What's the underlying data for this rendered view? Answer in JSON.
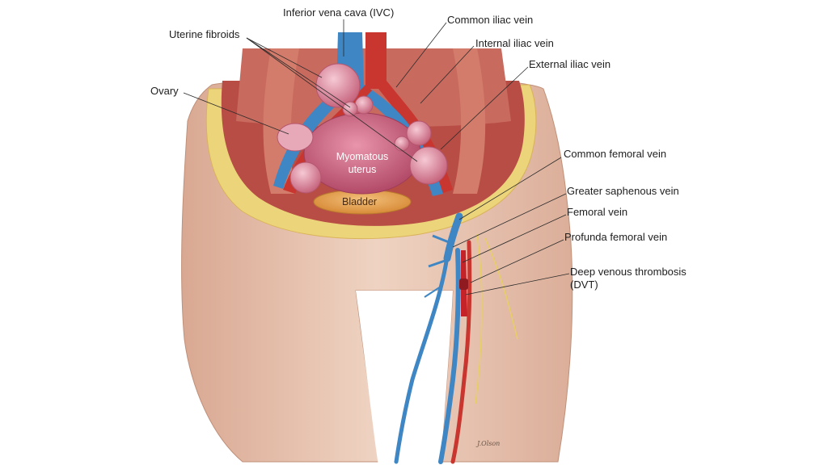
{
  "labels": {
    "ivc": "Inferior vena cava (IVC)",
    "common_iliac": "Common iliac vein",
    "uterine_fibroids": "Uterine fibroids",
    "internal_iliac": "Internal iliac vein",
    "external_iliac": "External iliac vein",
    "ovary": "Ovary",
    "myomatous_line1": "Myomatous",
    "myomatous_line2": "uterus",
    "bladder": "Bladder",
    "common_femoral": "Common femoral vein",
    "greater_saphenous": "Greater saphenous vein",
    "femoral": "Femoral vein",
    "profunda_femoral": "Profunda femoral vein",
    "dvt_line1": "Deep venous thrombosis",
    "dvt_line2": "(DVT)"
  },
  "signature": "J.Olson",
  "colors": {
    "skin": "#e8c3ad",
    "muscle": "#c4554b",
    "vein": "#3f86c4",
    "artery": "#c8362f",
    "uterus": "#cf6c86",
    "fat": "#ecd47a",
    "bladder": "#e6a24d",
    "thrombus": "#c4232a"
  }
}
